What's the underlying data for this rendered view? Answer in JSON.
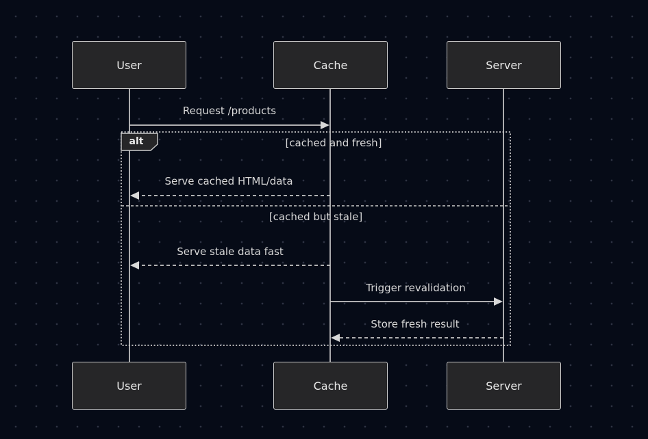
{
  "diagram": {
    "type": "sequence",
    "actors": [
      {
        "name": "User"
      },
      {
        "name": "Cache"
      },
      {
        "name": "Server"
      }
    ],
    "messages": [
      {
        "label": "Request /products",
        "from": "User",
        "to": "Cache",
        "line": "solid"
      },
      {
        "label": "Serve cached HTML/data",
        "from": "Cache",
        "to": "User",
        "line": "dashed"
      },
      {
        "label": "Serve stale data fast",
        "from": "Cache",
        "to": "User",
        "line": "dashed"
      },
      {
        "label": "Trigger revalidation",
        "from": "Cache",
        "to": "Server",
        "line": "solid"
      },
      {
        "label": "Store fresh result",
        "from": "Server",
        "to": "Cache",
        "line": "dashed"
      }
    ],
    "alt": {
      "label": "alt",
      "branches": [
        {
          "guard": "[cached and fresh]"
        },
        {
          "guard": "[cached but stale]"
        }
      ]
    },
    "colors": {
      "background": "#060b17",
      "grid_dot": "#2e3343",
      "actor_fill": "#262628",
      "actor_border": "#cccccc",
      "line": "#c9c9c9",
      "text": "#e8e8e8",
      "message_text": "#d8d8d8"
    }
  }
}
